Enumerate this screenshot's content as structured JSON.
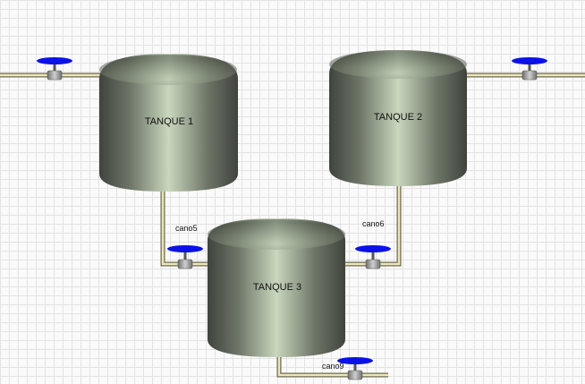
{
  "tanks": {
    "t1": {
      "label": "TANQUE 1"
    },
    "t2": {
      "label": "TANQUE 2"
    },
    "t3": {
      "label": "TANQUE 3"
    }
  },
  "pipes": {
    "cano5": {
      "label": "cano5"
    },
    "cano6": {
      "label": "cano6"
    },
    "cano9": {
      "label": "cano9"
    }
  },
  "colors": {
    "valve_handle": "#0a12e8",
    "pipe": "#e8e2b4",
    "tank_light": "#c8d6bc",
    "tank_dark": "#3f443d"
  }
}
